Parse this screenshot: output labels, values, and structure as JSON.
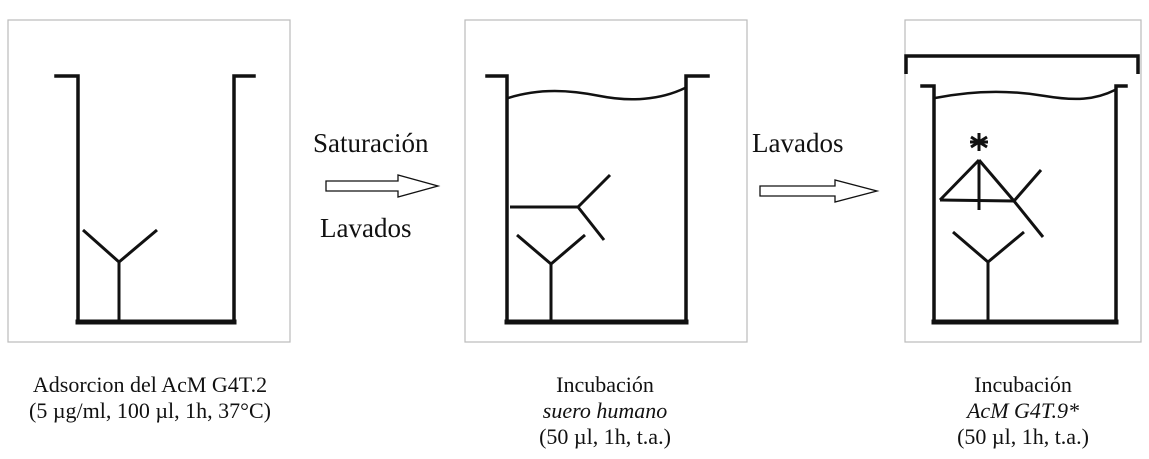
{
  "arrow1": {
    "top_text": "Saturación",
    "bottom_text": "Lavados"
  },
  "arrow2": {
    "top_text": "Lavados"
  },
  "step1": {
    "caption_line1": "Adsorcion del AcM G4T.2",
    "caption_line2": "(5 µg/ml, 100 µl, 1h, 37°C)"
  },
  "step2": {
    "caption_line1": "Incubación",
    "caption_line2": "suero humano",
    "caption_line3": "(50 µl, 1h, t.a.)"
  },
  "step3": {
    "caption_line1": "Incubación",
    "caption_line2": "AcM G4T.9*",
    "caption_line3": "(50 µl, 1h, t.a.)"
  }
}
